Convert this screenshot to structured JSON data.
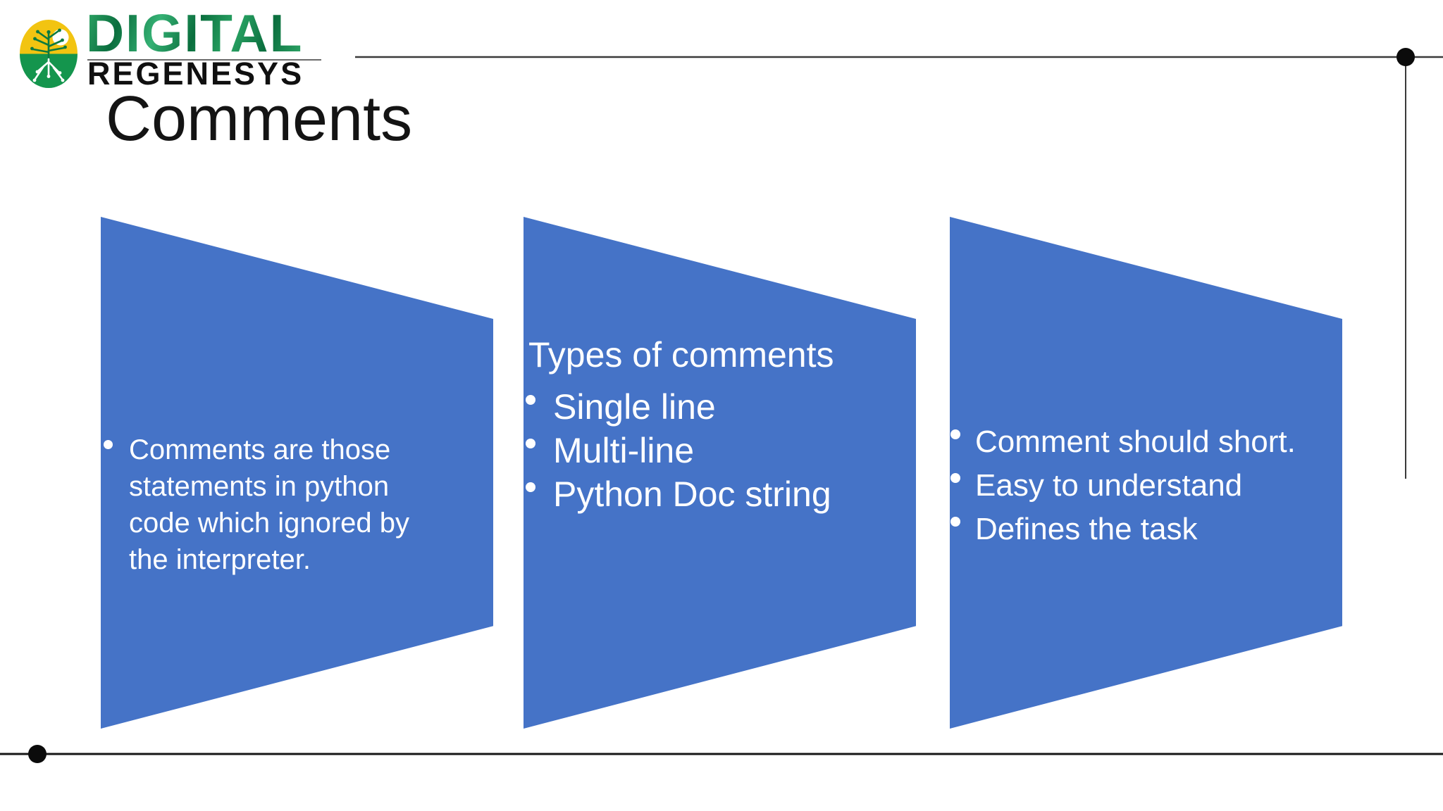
{
  "logo": {
    "brand_top": "DIGITAL",
    "brand_bottom": "REGENESYS"
  },
  "title": "Comments",
  "shapes": [
    {
      "heading": "",
      "bullets": [
        "Comments are those statements in python code which ignored by the interpreter."
      ]
    },
    {
      "heading": "Types of comments",
      "bullets": [
        "Single line",
        "Multi-line",
        "Python Doc string"
      ]
    },
    {
      "heading": "",
      "bullets": [
        "Comment should short.",
        "Easy to understand",
        "Defines the task"
      ]
    }
  ],
  "colors": {
    "shape_blue": "#4573C7",
    "text_white": "#FFFFFF",
    "title_color": "#141414",
    "line_color": "#3A3A3A",
    "endpoint_dot": "#0B0B0B",
    "logo_yellow": "#F2C411",
    "logo_green": "#14954D",
    "logo_branch_green": "#0C7A3F",
    "logo_text_green_dark": "#0B6E3E",
    "logo_text_green_light": "#2FA868",
    "logo_black": "#101010"
  }
}
